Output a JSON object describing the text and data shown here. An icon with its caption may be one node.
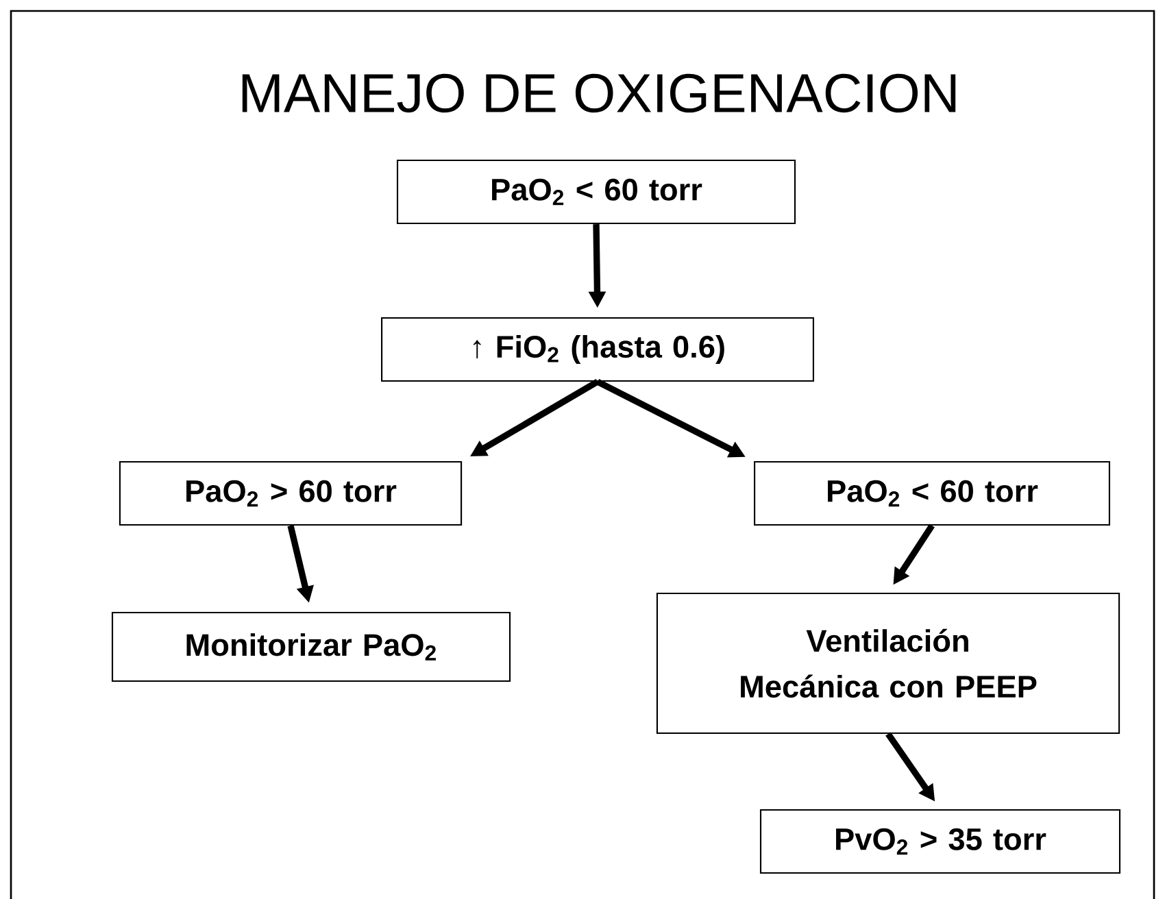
{
  "diagram": {
    "title": "MANEJO DE OXIGENACION",
    "nodes": [
      {
        "text": [
          "PaO$_{2}$ < 60 torr"
        ]
      },
      {
        "text": [
          "↑ FiO$_{2}$ (hasta 0.6)"
        ]
      },
      {
        "text": [
          "PaO$_{2}$ > 60 torr"
        ]
      },
      {
        "text": [
          "PaO$_{2}$ < 60 torr"
        ]
      },
      {
        "text": [
          "Monitorizar PaO$_{2}$"
        ]
      },
      {
        "text": [
          "Ventilación Mecánica con PEEP"
        ]
      },
      {
        "text": [
          "PvO$_{2}$ > 35 torr"
        ]
      }
    ],
    "edges": [
      {
        "from": 0,
        "to": 1,
        "arrow": "to"
      },
      {
        "from": 1,
        "to": 2,
        "arrow": "to"
      },
      {
        "from": 1,
        "to": 3,
        "arrow": "to"
      },
      {
        "from": 2,
        "to": 4,
        "arrow": "to"
      },
      {
        "from": 3,
        "to": 5,
        "arrow": "to"
      },
      {
        "from": 5,
        "to": 6,
        "arrow": "to"
      }
    ]
  }
}
